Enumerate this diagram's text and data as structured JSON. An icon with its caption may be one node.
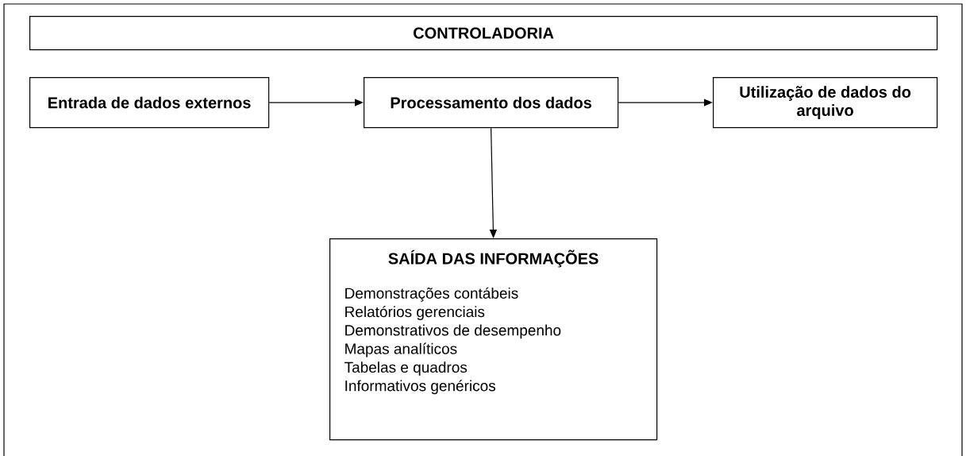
{
  "diagram": {
    "nodes": [
      {
        "text": [
          "CONTROLADORIA"
        ]
      },
      {
        "text": [
          "Entrada de dados externos"
        ]
      },
      {
        "text": [
          "Processamento dos dados"
        ]
      },
      {
        "text": [
          "Utilização de dados do arquivo"
        ]
      },
      {
        "text": [
          "SAÍDA DAS INFORMAÇÕES",
          "Demonstrações contábeis",
          "Relatórios gerenciais",
          "Demonstrativos de desempenho",
          "Mapas analíticos",
          "Tabelas e quadros",
          "Informativos genéricos"
        ]
      }
    ],
    "edges": [
      {
        "from": 1,
        "to": 2,
        "arrow": "to"
      },
      {
        "from": 2,
        "to": 3,
        "arrow": "to"
      },
      {
        "from": 2,
        "to": 4,
        "arrow": "to"
      }
    ]
  }
}
